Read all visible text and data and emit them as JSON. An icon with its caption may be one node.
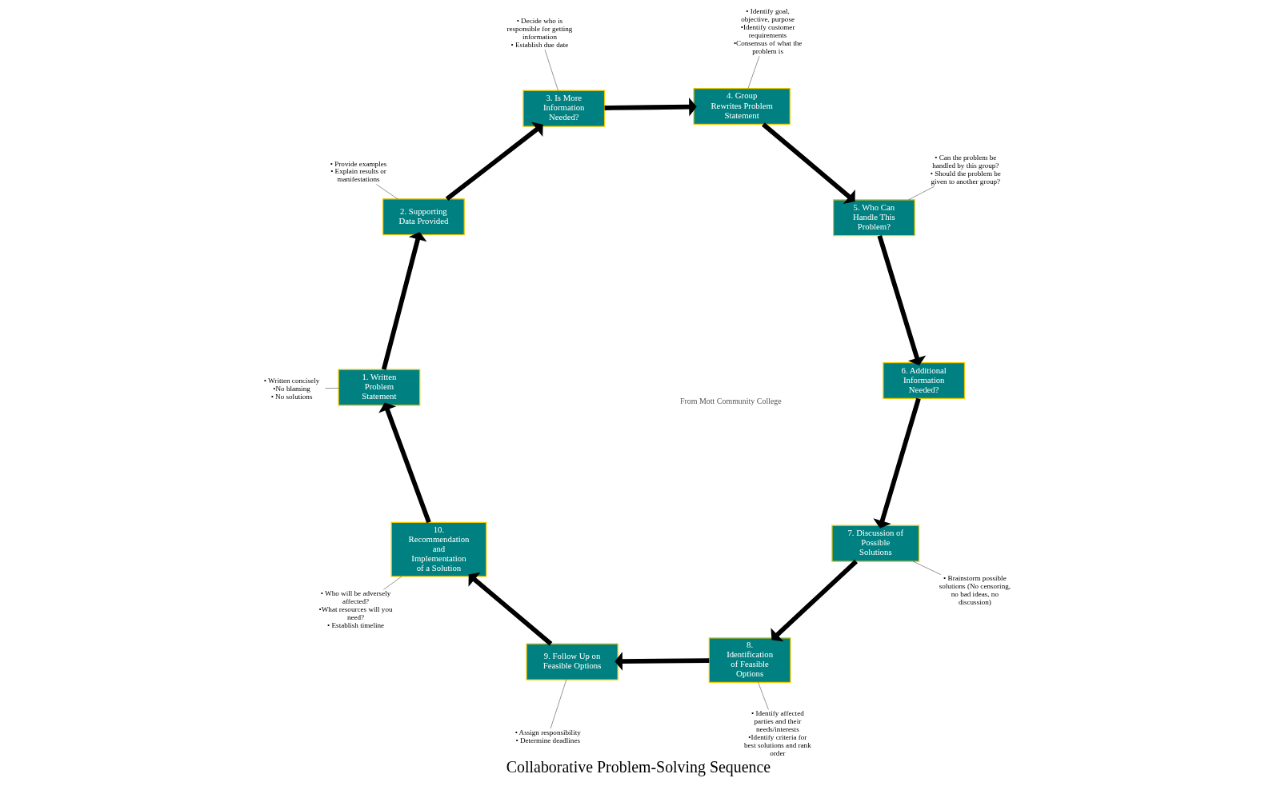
{
  "diagram": {
    "title": "Collaborative Problem-Solving Sequence",
    "nodes": [
      {
        "text": [
          "1. Written Problem Statement"
        ]
      },
      {
        "text": [
          "2. Supporting Data Provided"
        ]
      },
      {
        "text": [
          "3. Is More Information Needed?"
        ]
      },
      {
        "text": [
          "4. Group Rewrites Problem Statement"
        ]
      },
      {
        "text": [
          "5. Who Can Handle This Problem?"
        ]
      },
      {
        "text": [
          "6. Additional Information Needed?"
        ]
      },
      {
        "text": [
          "7. Discussion of Possible Solutions"
        ]
      },
      {
        "text": [
          "8. Identification of Feasible Options"
        ]
      },
      {
        "text": [
          "9. Follow Up on Feasible Options"
        ]
      },
      {
        "text": [
          "10. Recommendation and Implementation of a Solution"
        ]
      },
      {
        "text": [
          "• Written concisely",
          "•No blaming",
          "• No solutions"
        ]
      },
      {
        "text": [
          "• Provide examples",
          "• Explain results or manifestations"
        ]
      },
      {
        "text": [
          "• Decide who is responsible for getting information",
          "• Establish due date"
        ]
      },
      {
        "text": [
          "• Identify goal, objective, purpose",
          "•Identify customer requirements",
          "•Consensus of what the problem is"
        ]
      },
      {
        "text": [
          "• Can the problem be handled by this group?",
          "• Should the problem be given to another group?"
        ]
      },
      {
        "text": [
          "• Brainstorm possible solutions (No censoring, no bad ideas, no discussion)"
        ]
      },
      {
        "text": [
          "• Identify affected parties and their needs/interests",
          "•Identify criteria for best solutions and rank order"
        ]
      },
      {
        "text": [
          "• Assign responsibility",
          "• Determine deadlines"
        ]
      },
      {
        "text": [
          "• Who will be adversely affected?",
          "•What resources will you need?",
          "• Establish timeline"
        ]
      }
    ],
    "edges": [
      {
        "from": 0,
        "to": 1,
        "arrow": "to"
      },
      {
        "from": 1,
        "to": 2,
        "arrow": "to"
      },
      {
        "from": 2,
        "to": 3,
        "arrow": "to"
      },
      {
        "from": 3,
        "to": 4,
        "arrow": "to"
      },
      {
        "from": 4,
        "to": 5,
        "arrow": "to"
      },
      {
        "from": 5,
        "to": 6,
        "arrow": "to"
      },
      {
        "from": 6,
        "to": 7,
        "arrow": "to"
      },
      {
        "from": 7,
        "to": 8,
        "arrow": "to"
      },
      {
        "from": 8,
        "to": 9,
        "arrow": "to"
      },
      {
        "from": 9,
        "to": 0,
        "arrow": "to"
      },
      {
        "from": 10,
        "to": 0,
        "arrow": "none"
      },
      {
        "from": 11,
        "to": 1,
        "arrow": "none"
      },
      {
        "from": 12,
        "to": 2,
        "arrow": "none"
      },
      {
        "from": 13,
        "to": 3,
        "arrow": "none"
      },
      {
        "from": 14,
        "to": 4,
        "arrow": "none"
      },
      {
        "from": 15,
        "to": 6,
        "arrow": "none"
      },
      {
        "from": 16,
        "to": 7,
        "arrow": "none"
      },
      {
        "from": 17,
        "to": 8,
        "arrow": "none"
      },
      {
        "from": 18,
        "to": 9,
        "arrow": "none"
      }
    ],
    "labels": [
      "From Mott Community College"
    ]
  }
}
